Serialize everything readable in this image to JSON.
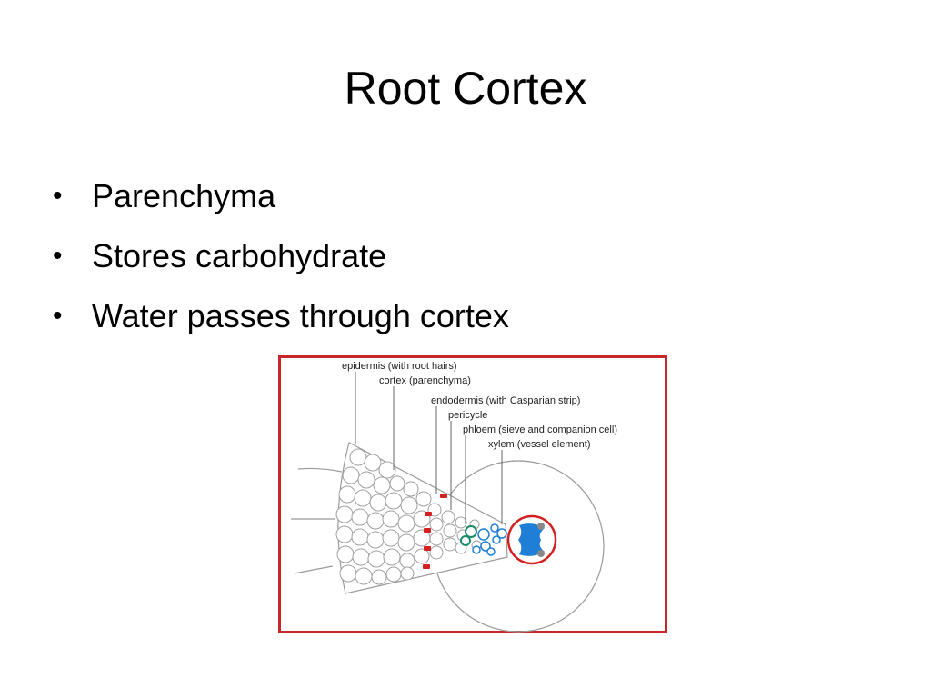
{
  "slide": {
    "title": "Root Cortex",
    "bullets": [
      "Parenchyma",
      "Stores carbohydrate",
      "Water passes through cortex"
    ]
  },
  "figure": {
    "labels": [
      "epidermis (with root hairs)",
      "cortex (parenchyma)",
      "endodermis (with Casparian strip)",
      "pericycle",
      "phloem (sieve and companion cell)",
      "xylem (vessel element)"
    ],
    "colors": {
      "frame": "#c8262b",
      "casparian_strip": "#d42020",
      "xylem": "#1f7fd6",
      "phloem": "#1b8c6a",
      "cells": "#9a9a9a"
    }
  }
}
